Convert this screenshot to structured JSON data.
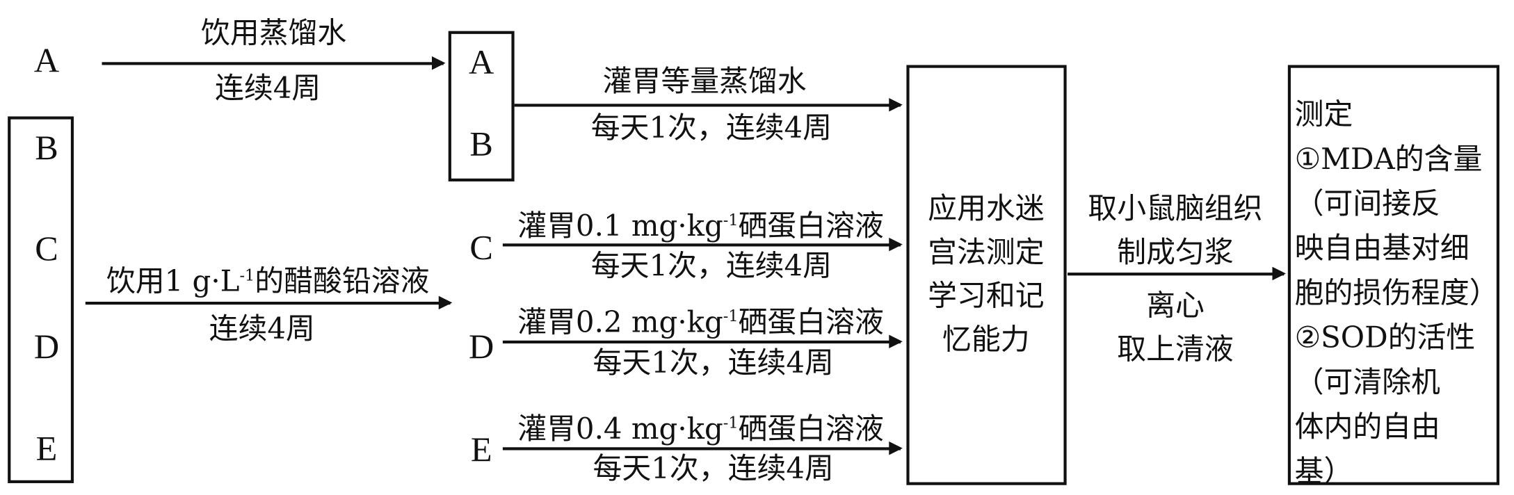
{
  "groups": {
    "A": "A",
    "B": "B",
    "C": "C",
    "D": "D",
    "E": "E"
  },
  "step1": {
    "a_top": "饮用蒸馏水",
    "a_bottom": "连续4周",
    "lead_pre": "饮用1 g·L",
    "lead_sup": "-1",
    "lead_post": "的醋酸铅溶液",
    "lead_bottom": "连续4周"
  },
  "step2": {
    "ab_top": "灌胃等量蒸馏水",
    "ab_bottom": "每天1次，连续4周",
    "c_pre": "灌胃0.1 mg·kg",
    "d_pre": "灌胃0.2 mg·kg",
    "e_pre": "灌胃0.4 mg·kg",
    "sup": "-1",
    "post": "硒蛋白溶液",
    "bottom": "每天1次，连续4周"
  },
  "maze_box": {
    "lines": [
      "应用水迷",
      "宫法测定",
      "学习和记",
      "忆能力"
    ]
  },
  "step3": {
    "top": [
      "取小鼠脑组织",
      "制成匀浆"
    ],
    "bottom": [
      "离心",
      "取上清液"
    ]
  },
  "measure_box": {
    "lines": [
      "测定",
      "①MDA的含量",
      "（可间接反",
      "映自由基对细",
      "胞的损伤程度）",
      "②SOD的活性",
      "（可清除机",
      "体内的自由",
      "基）"
    ]
  }
}
